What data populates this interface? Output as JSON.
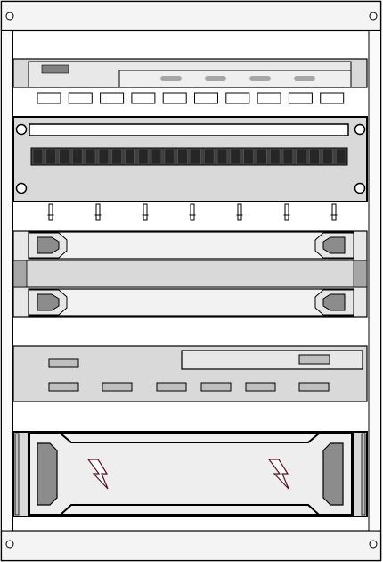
{
  "diagram": {
    "subject": "server-rack",
    "colors": {
      "outline": "#000000",
      "frame_fill": "#ffffff",
      "panel_fill": "#d9d9d9",
      "panel_light": "#e6e6e6",
      "panel_dark": "#8c8c8c",
      "patch_ports": "#404040",
      "led_bar": "#a6a6a6",
      "lightning": "#5a1020",
      "badge": "#808080"
    },
    "units": [
      {
        "name": "top-switch",
        "ports": 10,
        "indicators": 4
      },
      {
        "name": "patch-panel",
        "ports": 24,
        "cables": 7
      },
      {
        "name": "storage-drives",
        "drives": 2
      },
      {
        "name": "network-appliance",
        "buttons": 6
      },
      {
        "name": "power-supply",
        "power_symbols": 2
      }
    ]
  }
}
